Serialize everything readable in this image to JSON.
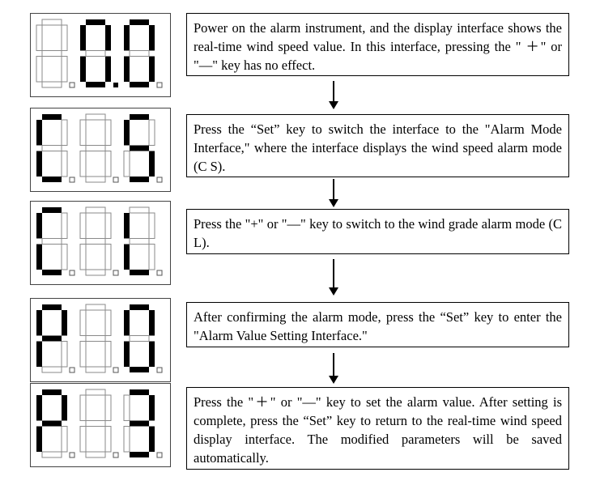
{
  "steps": [
    {
      "display": [
        "blank",
        "0",
        "0"
      ],
      "dot_on": [
        false,
        true,
        false
      ],
      "text": "Power on the alarm instrument, and the display interface shows the real-time wind speed value. In this interface, pressing the \" ＋\" or \"—\" key has no effect."
    },
    {
      "display": [
        "C",
        "blank",
        "S"
      ],
      "dot_on": [
        false,
        false,
        false
      ],
      "text": "Press the “Set” key to switch the interface to the \"Alarm Mode Interface,\" where the interface displays the wind speed alarm mode (C S)."
    },
    {
      "display": [
        "C",
        "blank",
        "L"
      ],
      "dot_on": [
        false,
        false,
        false
      ],
      "text": "Press the \"+\" or \"—\" key to switch to the wind grade alarm mode (C L)."
    },
    {
      "display": [
        "P",
        "blank",
        "0"
      ],
      "dot_on": [
        false,
        false,
        false
      ],
      "text": "After confirming the alarm mode, press the “Set” key to enter the \"Alarm Value Setting Interface.\""
    },
    {
      "display": [
        "P",
        "blank",
        "3"
      ],
      "dot_on": [
        false,
        false,
        false
      ],
      "text": "Press the \"＋\" or \"—\" key to set the alarm value. After setting is complete, press the “Set” key to return to the real-time wind speed display interface. The modified parameters will be saved automatically."
    }
  ],
  "colors": {
    "segment_on": "#000000",
    "segment_off_stroke": "#8a8a8a",
    "box_border": "#000000"
  }
}
